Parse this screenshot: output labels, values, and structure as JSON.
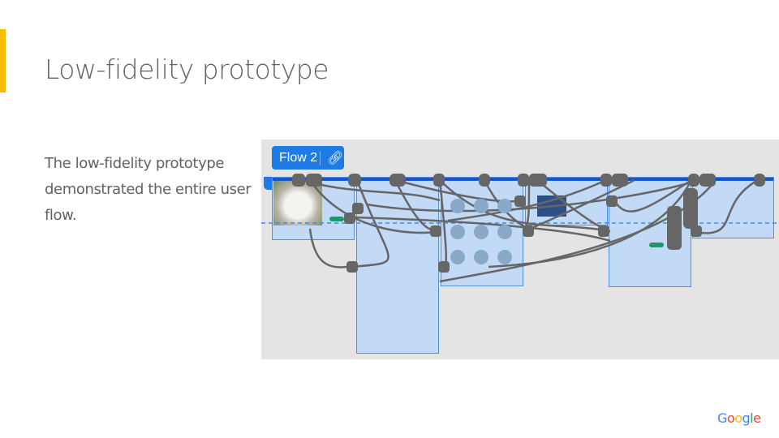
{
  "slide": {
    "title": "Low-fidelity prototype",
    "body": "The low-fidelity prototype demonstrated the entire user flow.",
    "logo": "Google"
  },
  "prototype": {
    "flow_button_label": "Flow 2",
    "flow_link_icon": "link-icon"
  },
  "colors": {
    "accent": "#fbbc04",
    "flow_button": "#1e7be6",
    "frame_fill": "#c3daf7",
    "connector": "#666666"
  }
}
